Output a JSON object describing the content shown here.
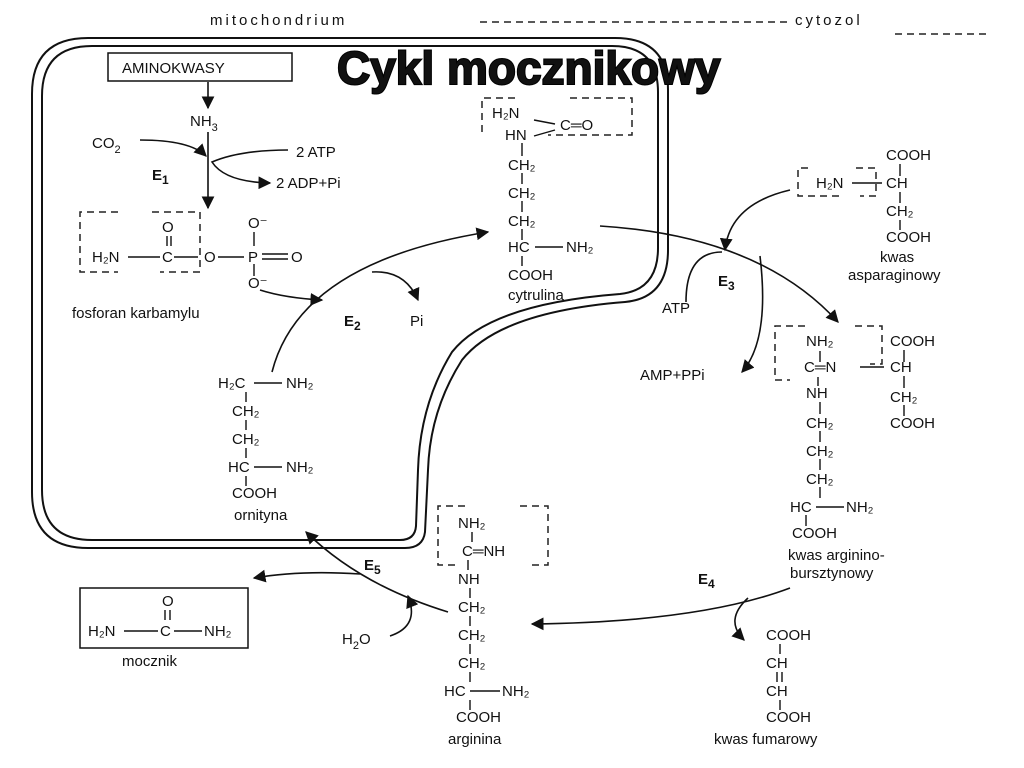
{
  "title": "Cykl mocznikowy",
  "compartments": {
    "mito": "mitochondrium",
    "cyto": "cytozol"
  },
  "aminoacids_box": "AMINOKWASY",
  "inputs": {
    "nh3": "NH",
    "nh3_sub": "3",
    "co2": "CO",
    "co2_sub": "2",
    "atp2": "2 ATP",
    "adp2": "2 ADP+Pi",
    "pi": "Pi",
    "atp": "ATP",
    "amp": "AMP+PPi",
    "h2o": "H",
    "h2o_sub": "2",
    "h2o_end": "O"
  },
  "enzymes": [
    {
      "e": "E",
      "n": "1"
    },
    {
      "e": "E",
      "n": "2"
    },
    {
      "e": "E",
      "n": "3"
    },
    {
      "e": "E",
      "n": "4"
    },
    {
      "e": "E",
      "n": "5"
    }
  ],
  "names": {
    "carbamoyl": "fosforan karbamylu",
    "citrulline": "cytrulina",
    "aspartic_1": "kwas",
    "aspartic_2": "asparaginowy",
    "argsucc_1": "kwas arginino-",
    "argsucc_2": "bursztynowy",
    "fumaric": "kwas fumarowy",
    "arginine": "arginina",
    "ornithine": "ornityna",
    "urea": "mocznik"
  },
  "atoms": {
    "H2N": "H₂N",
    "NH2": "NH₂",
    "CH2": "CH₂",
    "H2C": "H₂C",
    "HC": "HC",
    "CH": "CH",
    "C": "C",
    "O": "O",
    "N": "N",
    "P": "P",
    "HN": "HN",
    "NH": "NH",
    "COOH": "COOH",
    "Ominus": "O⁻",
    "Ominus_below": "O⁻",
    "Ominus_ester": "O",
    "NH2_amp": "NH₂",
    "Eq": "C═N",
    "CeqO": "C═O",
    "CeqNH": "C═NH",
    "CH_dbl": "CH"
  }
}
